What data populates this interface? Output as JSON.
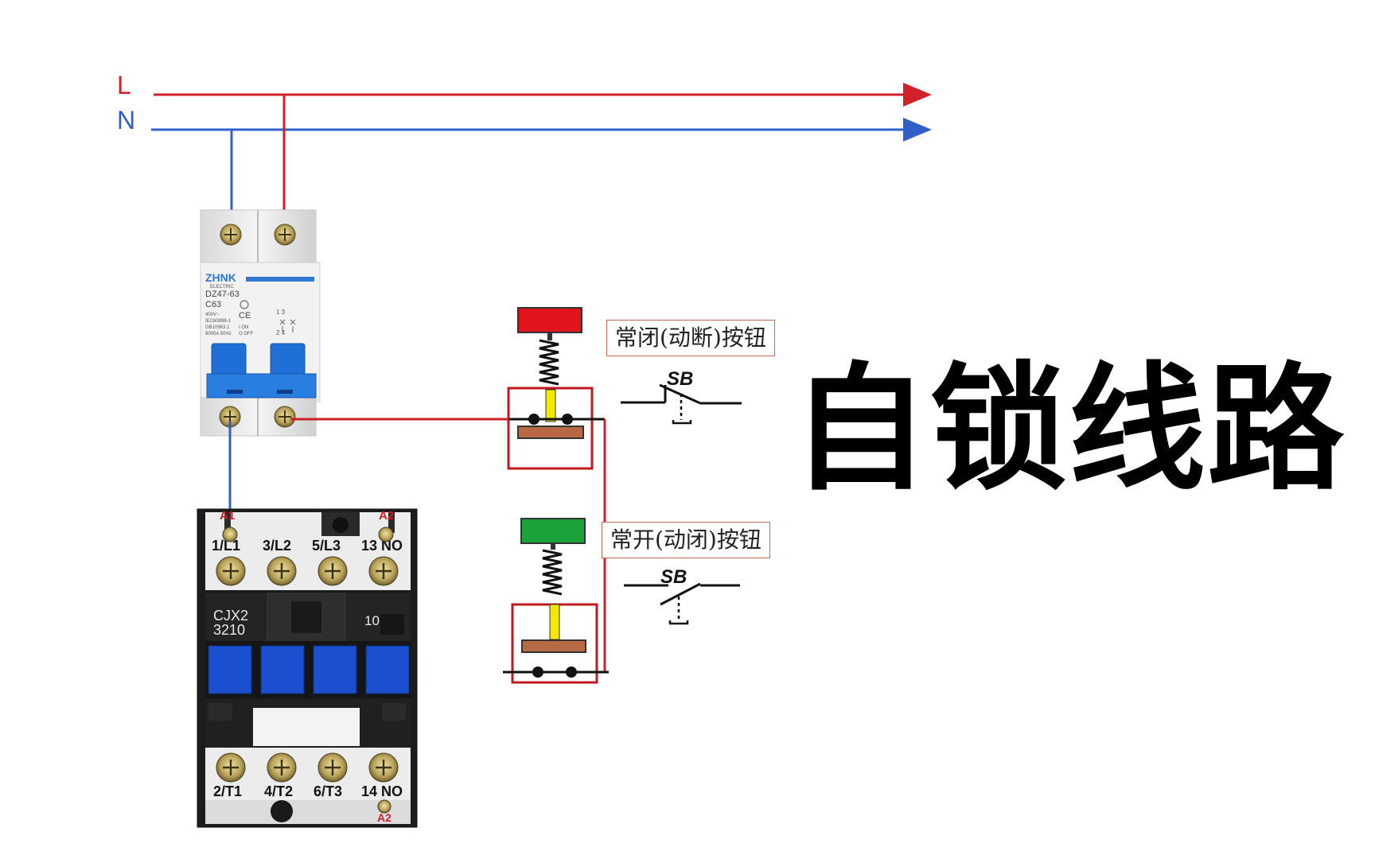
{
  "title": "自锁线路",
  "power_lines": {
    "L": {
      "label": "L",
      "color": "#d0202a"
    },
    "N": {
      "label": "N",
      "color": "#2f5fc8"
    }
  },
  "breaker": {
    "brand": "ZHNK",
    "brand_sub": "ELECTRIC",
    "model": "DZ47-63",
    "rating": "C63",
    "voltage": "400V~",
    "standard1": "IEC60898-1",
    "standard2": "GB10963.1",
    "capacity": "6000A 50Hz",
    "on_label": "I ON",
    "off_label": "O OFF",
    "terminal_top": "1 3",
    "terminal_bottom": "2 4"
  },
  "contactor": {
    "coil_left": "A1",
    "coil_right": "A2",
    "coil_bottom": "A2",
    "model_line1": "CJX2",
    "model_line2": "3210",
    "aux": "10",
    "top_terminals": [
      "1/L1",
      "3/L2",
      "5/L3",
      "13 NO"
    ],
    "bottom_terminals": [
      "2/T1",
      "4/T2",
      "6/T3",
      "14 NO"
    ]
  },
  "buttons": {
    "nc": {
      "caption": "常闭(动断)按钮",
      "symbol": "SB",
      "color": "#e0141c"
    },
    "no": {
      "caption": "常开(动闭)按钮",
      "symbol": "SB",
      "color": "#1aa33a"
    }
  },
  "colors": {
    "wire_red": "#d0202a",
    "wire_blue": "#2f5fc8",
    "contactor_blue": "#1a4fd0"
  }
}
